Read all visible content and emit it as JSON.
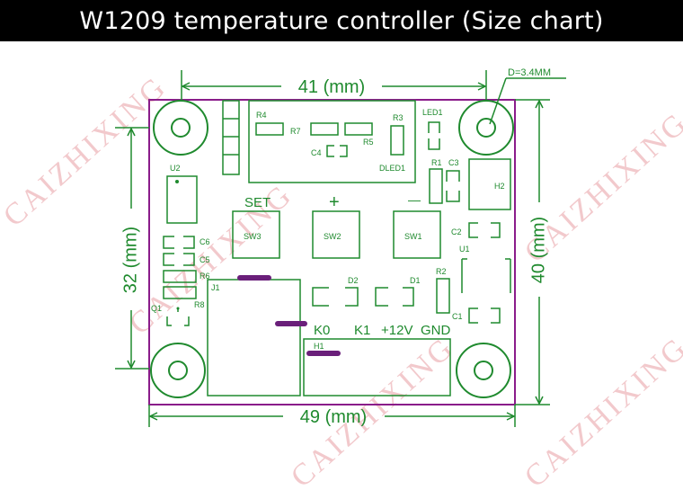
{
  "title": "W1209 temperature controller (Size chart)",
  "watermark": "CAIZHIXING",
  "colors": {
    "title_bg": "#000000",
    "title_fg": "#ffffff",
    "board_outline": "#8a1c8a",
    "traces": "#1f8a2e",
    "dimensions": "#1f8a2e",
    "jumper": "#6a1f7a",
    "watermark": "#f2c9cc"
  },
  "dimensions": {
    "top": "41 (mm)",
    "bottom": "49 (mm)",
    "left": "32 (mm)",
    "right": "40 (mm)",
    "hole": "D=3.4MM"
  },
  "labels": {
    "set": "SET",
    "plus": "+",
    "minus": "—",
    "k0": "K0",
    "k1": "K1",
    "v12": "+12V",
    "gnd": "GND"
  },
  "components": {
    "r4": "R4",
    "r7": "R7",
    "r3": "R3",
    "r5": "R5",
    "c4": "C4",
    "dled1": "DLED1",
    "led1": "LED1",
    "r1": "R1",
    "c3": "C3",
    "h2": "H2",
    "u2": "U2",
    "c2": "C2",
    "u1": "U1",
    "c6": "C6",
    "c5": "C5",
    "r6": "R6",
    "r8": "R8",
    "q1": "Q1",
    "j1": "J1",
    "d2": "D2",
    "d1": "D1",
    "r2": "R2",
    "c1": "C1",
    "h1": "H1",
    "sw3": "SW3",
    "sw2": "SW2",
    "sw1": "SW1"
  }
}
